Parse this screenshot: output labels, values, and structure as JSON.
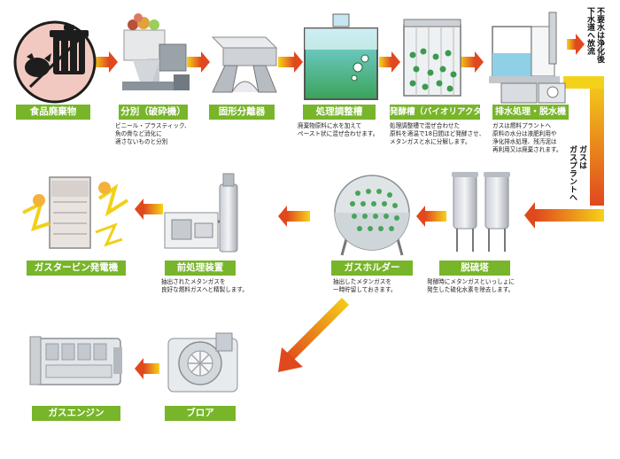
{
  "steps": {
    "food_waste": {
      "label": "食品廃棄物"
    },
    "sorting": {
      "label": "分別（破砕機）",
      "desc": "ビニール・プラスティック、\n魚の骨など消化に\n適さないものと分別"
    },
    "solid_separator": {
      "label": "固形分離器"
    },
    "adjust_tank": {
      "label": "処理調整槽",
      "desc": "廃棄物原料に水を加えて\nペースト状に混ぜ合わせます。"
    },
    "fermenter": {
      "label": "発酵槽（バイオリアクター）",
      "desc": "処理調整槽で混ぜ合わせた\n原料を適温で18日間ほど発酵させ、\nメタンガスと水に分解します。"
    },
    "drainage": {
      "label": "排水処理・脱水機",
      "desc": "ガスは燃料プラントへ\n原料の水分は液肥利用や\n浄化排水処理、残汚泥は\n再利用又は廃棄されます。"
    },
    "desulfurizer": {
      "label": "脱硫塔",
      "desc": "発酵時にメタンガスといっしょに\n発生した硫化水素を除去します。"
    },
    "gas_holder": {
      "label": "ガスホルダー",
      "desc": "抽出したメタンガスを\n一時貯留しておきます。"
    },
    "pretreatment": {
      "label": "前処理装置",
      "desc": "抽出されたメタンガスを\n良好な燃料ガスへと精製します。"
    },
    "gas_turbine": {
      "label": "ガスタービン発電機"
    },
    "blower": {
      "label": "ブロア"
    },
    "gas_engine": {
      "label": "ガスエンジン"
    }
  },
  "side_notes": {
    "discharge": "不要水は浄化後\n下水道へ放流",
    "gas_plant": "ガスは\nガスプラントへ"
  },
  "colors": {
    "label_bg": "#78b52a",
    "panel_border": "#94bf4a",
    "arrow_yellow": "#f5d21a",
    "arrow_red": "#e0481e"
  }
}
